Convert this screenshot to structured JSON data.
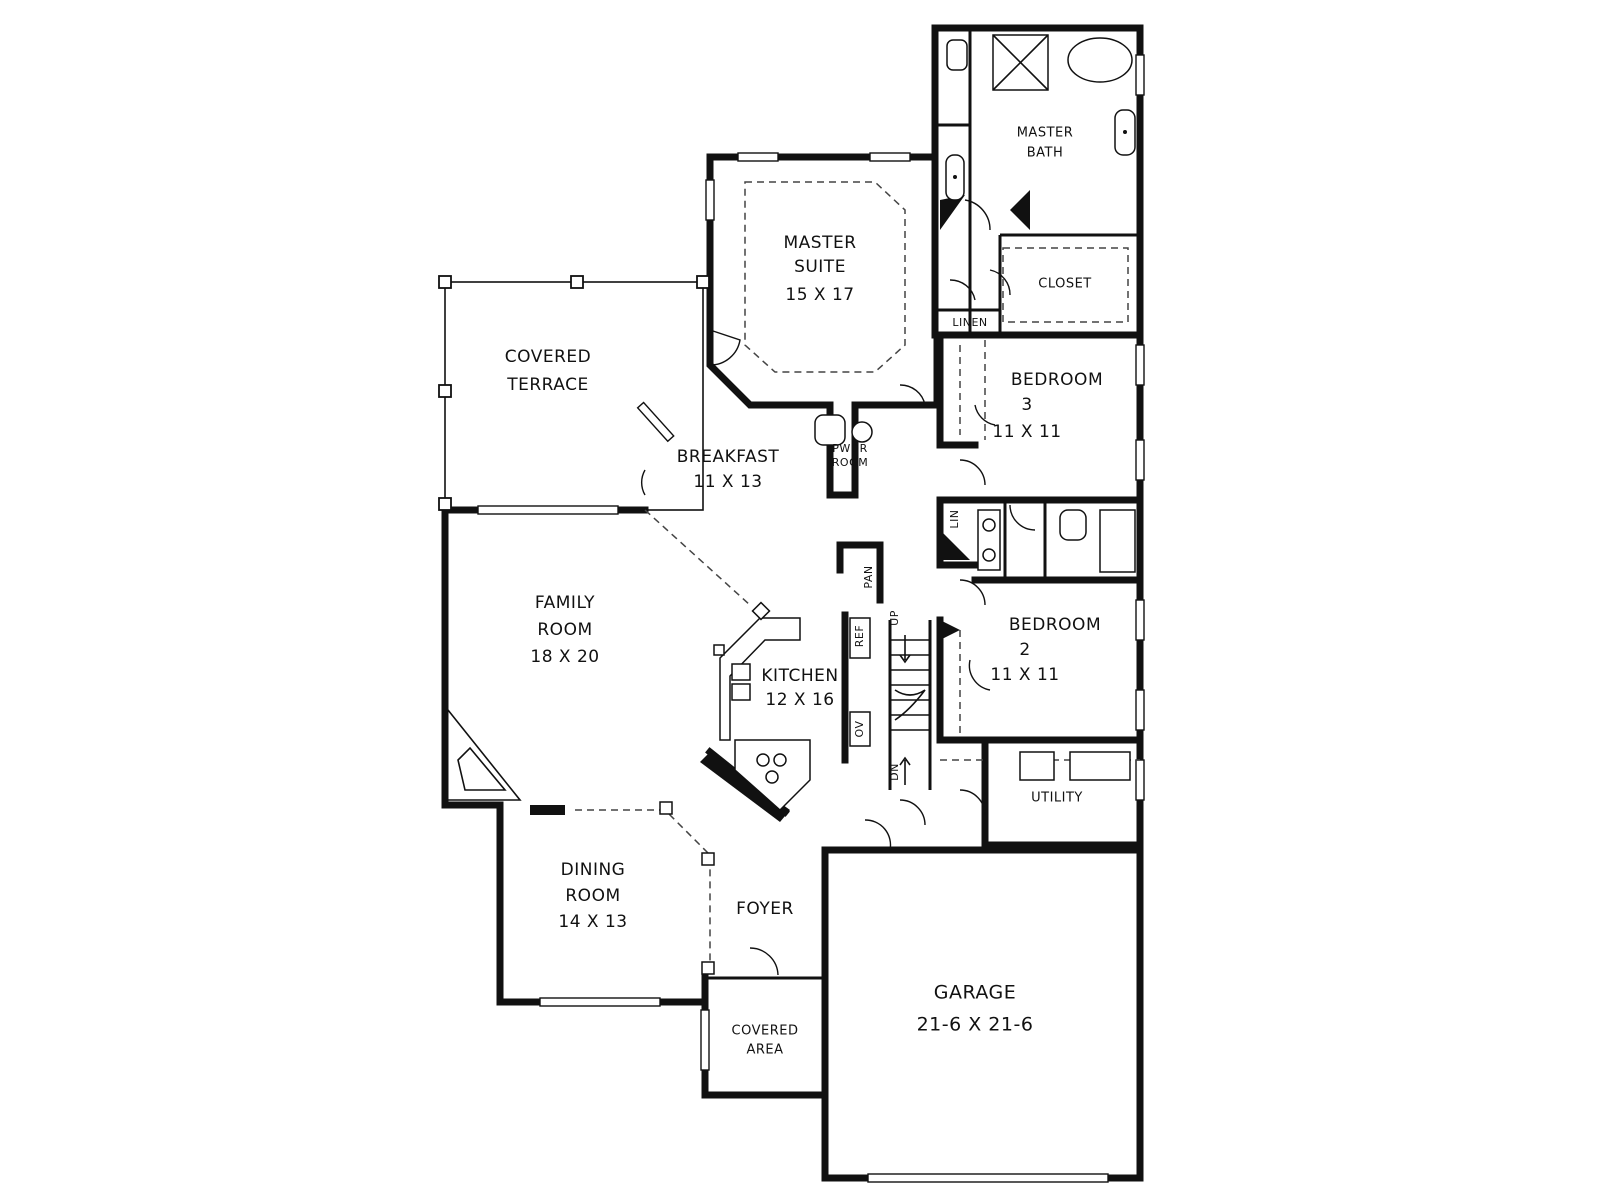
{
  "rooms": {
    "master_bath": {
      "line1": "MASTER",
      "line2": "BATH"
    },
    "master_suite": {
      "line1": "MASTER",
      "line2": "SUITE",
      "size": "15 X 17"
    },
    "closet": {
      "label": "CLOSET"
    },
    "linen_upper": {
      "label": "LINEN"
    },
    "covered_terrace": {
      "line1": "COVERED",
      "line2": "TERRACE"
    },
    "bedroom3": {
      "line1": "BEDROOM",
      "line2": "3",
      "size": "11 X 11"
    },
    "breakfast": {
      "label": "BREAKFAST",
      "size": "11 X 13"
    },
    "pwdr_room": {
      "line1": "PWDR",
      "line2": "ROOM"
    },
    "lin_lower": {
      "label": "LIN"
    },
    "pan": {
      "label": "PAN"
    },
    "family_room": {
      "line1": "FAMILY",
      "line2": "ROOM",
      "size": "18 X 20"
    },
    "kitchen": {
      "label": "KITCHEN",
      "size": "12 X 16"
    },
    "ref": {
      "label": "REF"
    },
    "ov": {
      "label": "OV"
    },
    "stair_up": {
      "label": "UP"
    },
    "stair_dn": {
      "label": "DN"
    },
    "bedroom2": {
      "line1": "BEDROOM",
      "line2": "2",
      "size": "11 X 11"
    },
    "utility": {
      "label": "UTILITY"
    },
    "dining_room": {
      "line1": "DINING",
      "line2": "ROOM",
      "size": "14 X 13"
    },
    "foyer": {
      "label": "FOYER"
    },
    "covered_area": {
      "line1": "COVERED",
      "line2": "AREA"
    },
    "garage": {
      "label": "GARAGE",
      "size": "21-6 X 21-6"
    }
  }
}
